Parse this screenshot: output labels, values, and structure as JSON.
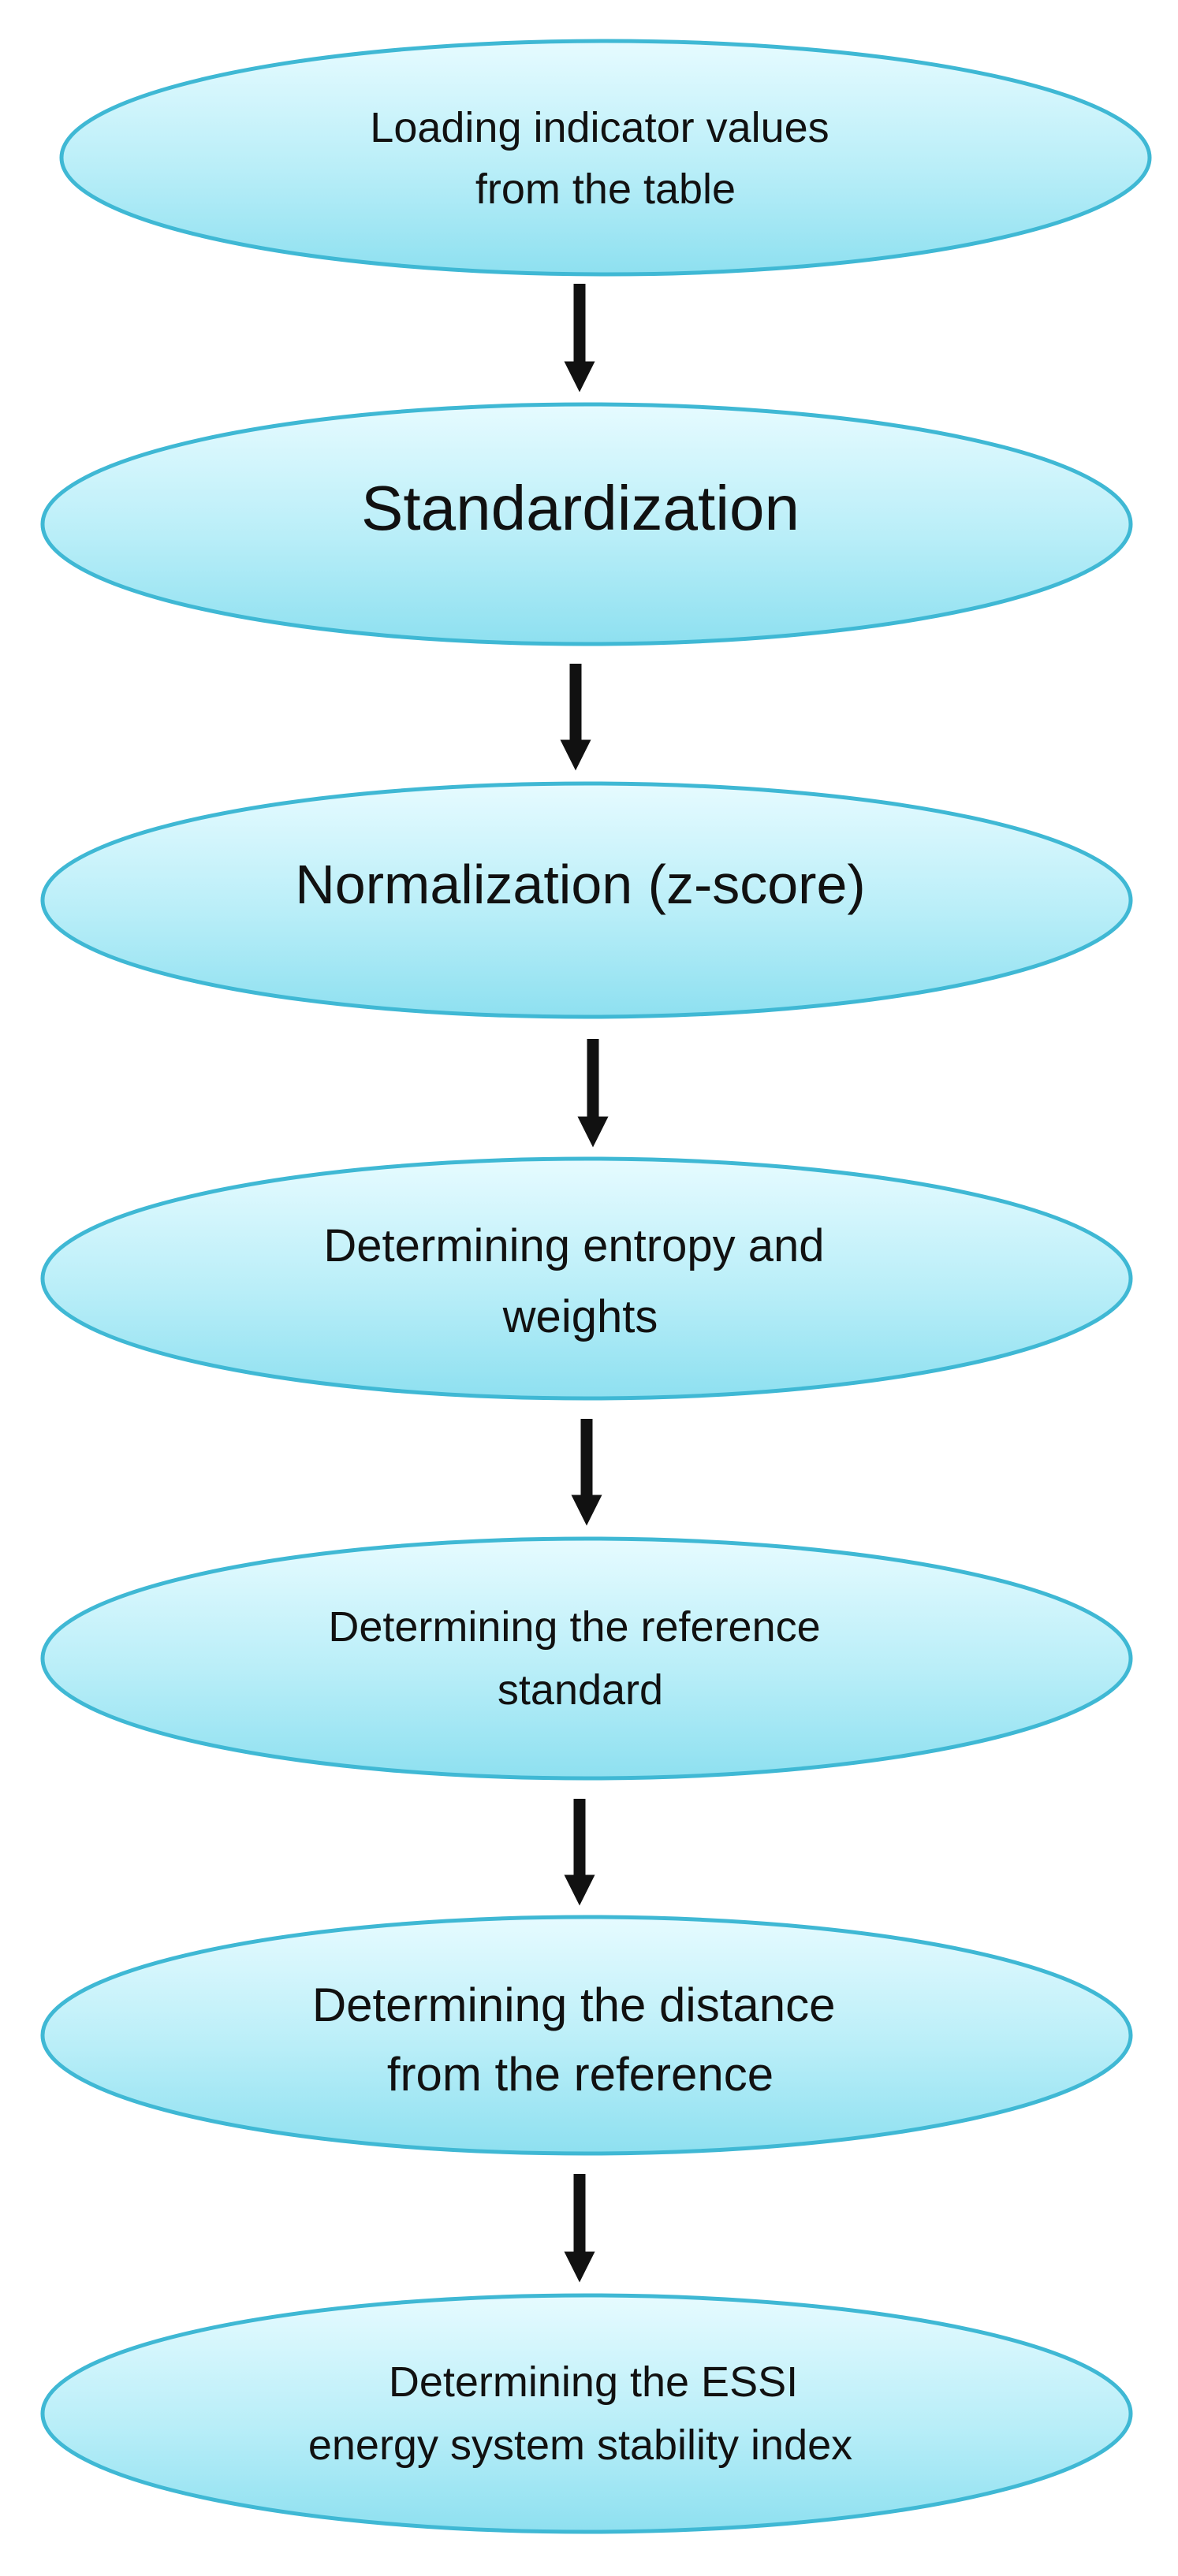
{
  "colors": {
    "node_fill_light": "#e6fbff",
    "node_fill_mid": "#b9eef8",
    "node_fill_dark": "#8ee0f0",
    "node_stroke": "#3fb8d4",
    "arrow": "#111111"
  },
  "nodes": [
    {
      "id": "load",
      "lines": [
        "Loading indicator values",
        "from the table"
      ]
    },
    {
      "id": "standardization",
      "lines": [
        "Standardization"
      ]
    },
    {
      "id": "normalization",
      "lines": [
        "Normalization (z-score)"
      ]
    },
    {
      "id": "entropy",
      "lines": [
        "Determining entropy and",
        "weights"
      ]
    },
    {
      "id": "reference",
      "lines": [
        "Determining the reference",
        "standard"
      ]
    },
    {
      "id": "distance",
      "lines": [
        "Determining the distance",
        "from the reference"
      ]
    },
    {
      "id": "essi",
      "lines": [
        "Determining the ESSI",
        "energy system stability index"
      ]
    }
  ]
}
